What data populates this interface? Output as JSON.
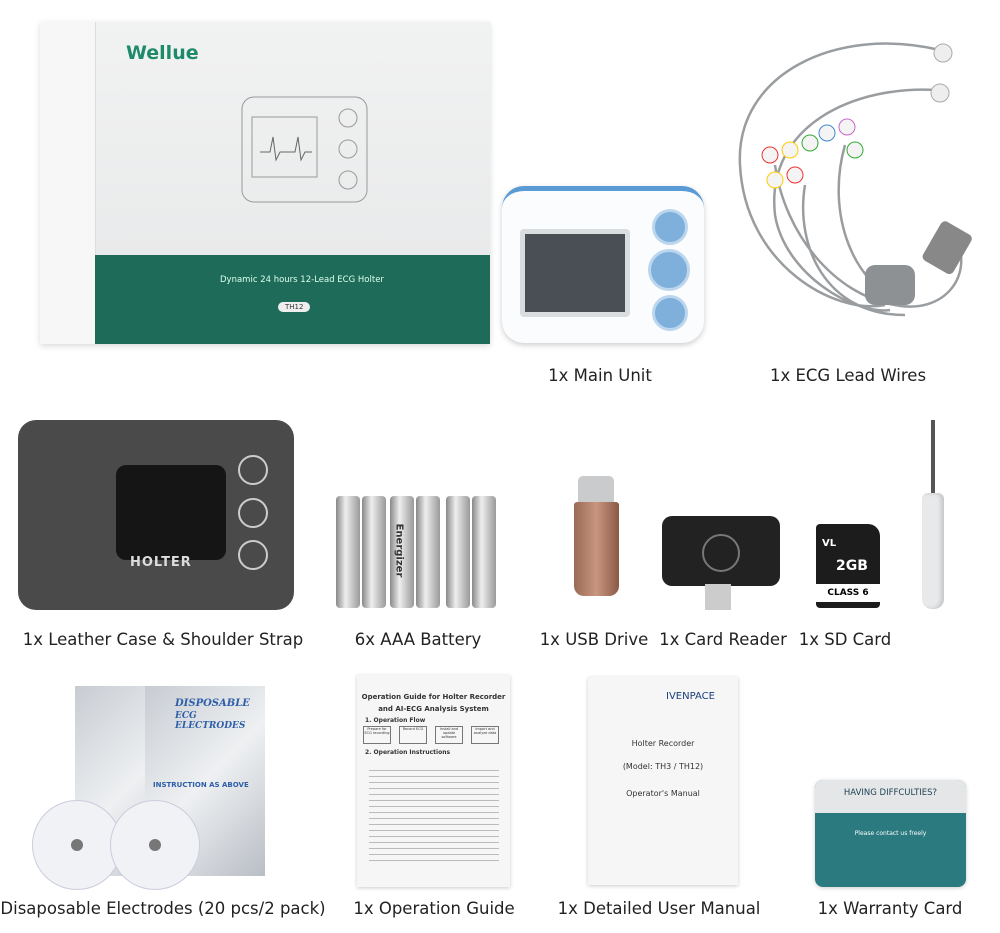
{
  "box": {
    "brand": "Wellue",
    "title": "Dynamic 24 hours 12-Lead ECG Holter",
    "model": "TH12"
  },
  "case_text": "HOLTER",
  "battery_brand": "Energizer",
  "sd_card": {
    "brand": "VL",
    "capacity": "2GB",
    "class": "CLASS 6"
  },
  "electrodes_pack": {
    "title_line1": "DISPOSABLE",
    "title_line2": "ECG ELECTRODES",
    "instruction": "INSTRUCTION AS ABOVE"
  },
  "guide": {
    "title_line1": "Operation Guide for Holter Recorder",
    "title_line2": "and AI-ECG Analysis System",
    "section1": "1. Operation Flow",
    "flow": [
      "Prepare for ECG recording",
      "Record ECG",
      "Install and update software",
      "Import and analyze data"
    ],
    "section2": "2. Operation Instructions"
  },
  "manual": {
    "brand": "IVENPACE",
    "line1": "Holter Recorder",
    "line2": "(Model: TH3 / TH12)",
    "line3": "Operator's Manual"
  },
  "warranty": {
    "heading": "HAVING DIFFCULTIES?",
    "body": "Please contact us freely"
  },
  "labels": {
    "main_unit": "1x Main Unit",
    "lead_wires": "1x ECG Lead Wires",
    "case": "1x Leather Case & Shoulder Strap",
    "battery": "6x AAA Battery",
    "usb": "1x USB Drive",
    "reader": "1x Card Reader",
    "sd": "1x SD Card",
    "electrodes": "Disaposable Electrodes (20 pcs/2 pack)",
    "guide": "1x Operation Guide",
    "manual": "1x Detailed User Manual",
    "warranty": "1x Warranty Card"
  }
}
